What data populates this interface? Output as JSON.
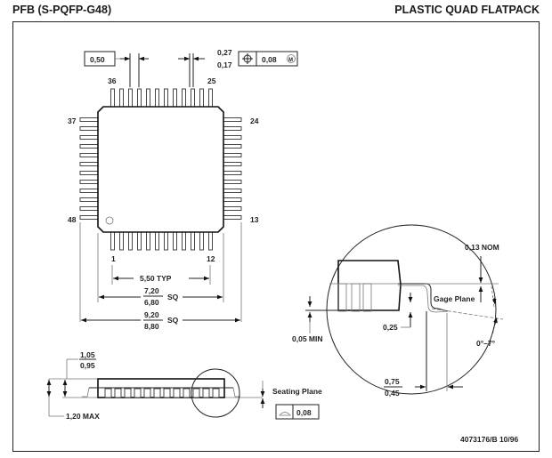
{
  "header": {
    "package_code": "PFB (S-PQFP-G48)",
    "package_type": "PLASTIC QUAD FLATPACK"
  },
  "top_view": {
    "pitch": "0,50",
    "lead_width_max": "0,27",
    "lead_width_min": "0,17",
    "position_tolerance": "0,08",
    "position_modifier": "M",
    "pin_labels": {
      "top_left": "36",
      "top_right": "25",
      "left_top": "37",
      "left_bottom": "48",
      "right_top": "24",
      "right_bottom": "13",
      "bottom_left": "1",
      "bottom_right": "12"
    },
    "span_typ": "5,50 TYP",
    "body_max": "7,20",
    "body_min": "6,80",
    "body_suffix": "SQ",
    "overall_max": "9,20",
    "overall_min": "8,80",
    "overall_suffix": "SQ"
  },
  "side_view": {
    "body_height_max": "1,05",
    "body_height_min": "0,95",
    "total_height": "1,20 MAX",
    "seating_plane": "Seating Plane",
    "coplanarity": "0,08"
  },
  "detail_view": {
    "lead_thickness": "0,13 NOM",
    "gage_plane": "Gage Plane",
    "gage_height": "0,25",
    "standoff": "0,05 MIN",
    "angle": "0°–7°",
    "foot_length_max": "0,75",
    "foot_length_min": "0,45"
  },
  "footer": {
    "doc_id": "4073176/B 10/96"
  }
}
